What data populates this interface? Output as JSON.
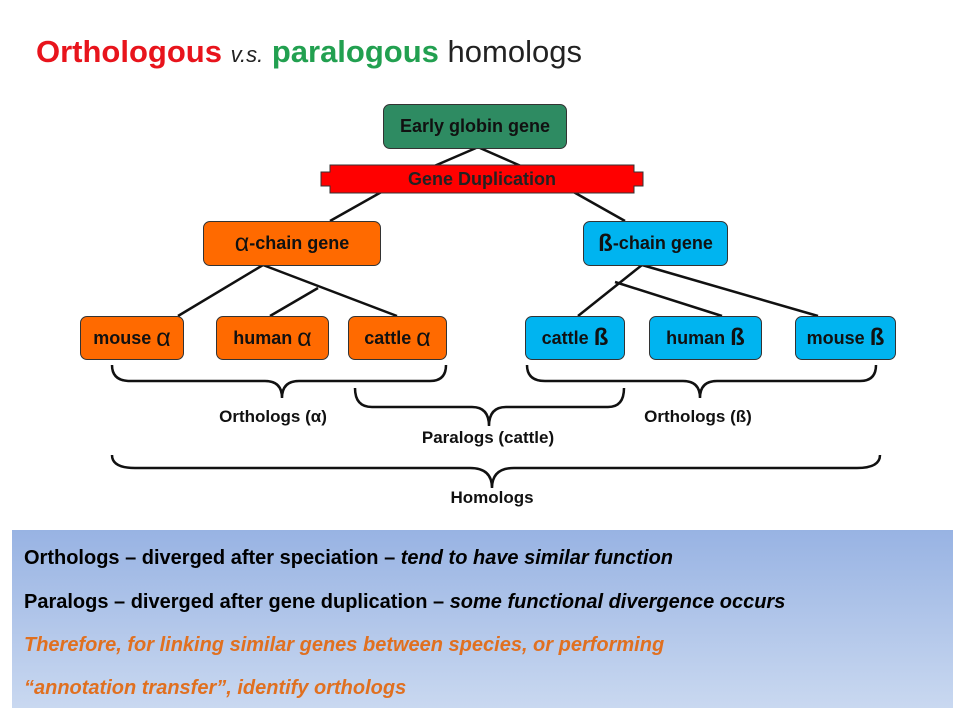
{
  "title": {
    "orthologous": "Orthologous",
    "vs": "v.s.",
    "paralogous": "paralogous",
    "homologs": "homologs"
  },
  "nodes": {
    "root": "Early globin gene",
    "duplication": "Gene Duplication",
    "alpha_gene": "-chain gene",
    "beta_gene": "-chain gene",
    "mouse_alpha": "mouse",
    "human_alpha": "human",
    "cattle_alpha": "cattle",
    "cattle_beta": "cattle",
    "human_beta": "human",
    "mouse_beta": "mouse",
    "alpha_symbol": "α",
    "beta_symbol": "ß"
  },
  "labels": {
    "orthologs_alpha": "Orthologs (α)",
    "orthologs_beta": "Orthologs (ß)",
    "paralogs": "Paralogs (cattle)",
    "homologs": "Homologs"
  },
  "notes": {
    "l1a": "Orthologs – diverged after speciation – ",
    "l1b": "tend to have similar function",
    "l2a": "Paralogs – diverged after gene duplication – ",
    "l2b": "some functional divergence occurs",
    "l3": "Therefore, for linking similar genes between species, or performing",
    "l4": "“annotation transfer”, identify orthologs"
  },
  "colors": {
    "root": "#2e8b62",
    "duplication": "#ff0000",
    "alpha": "#ff6a00",
    "beta": "#00b4f0"
  }
}
